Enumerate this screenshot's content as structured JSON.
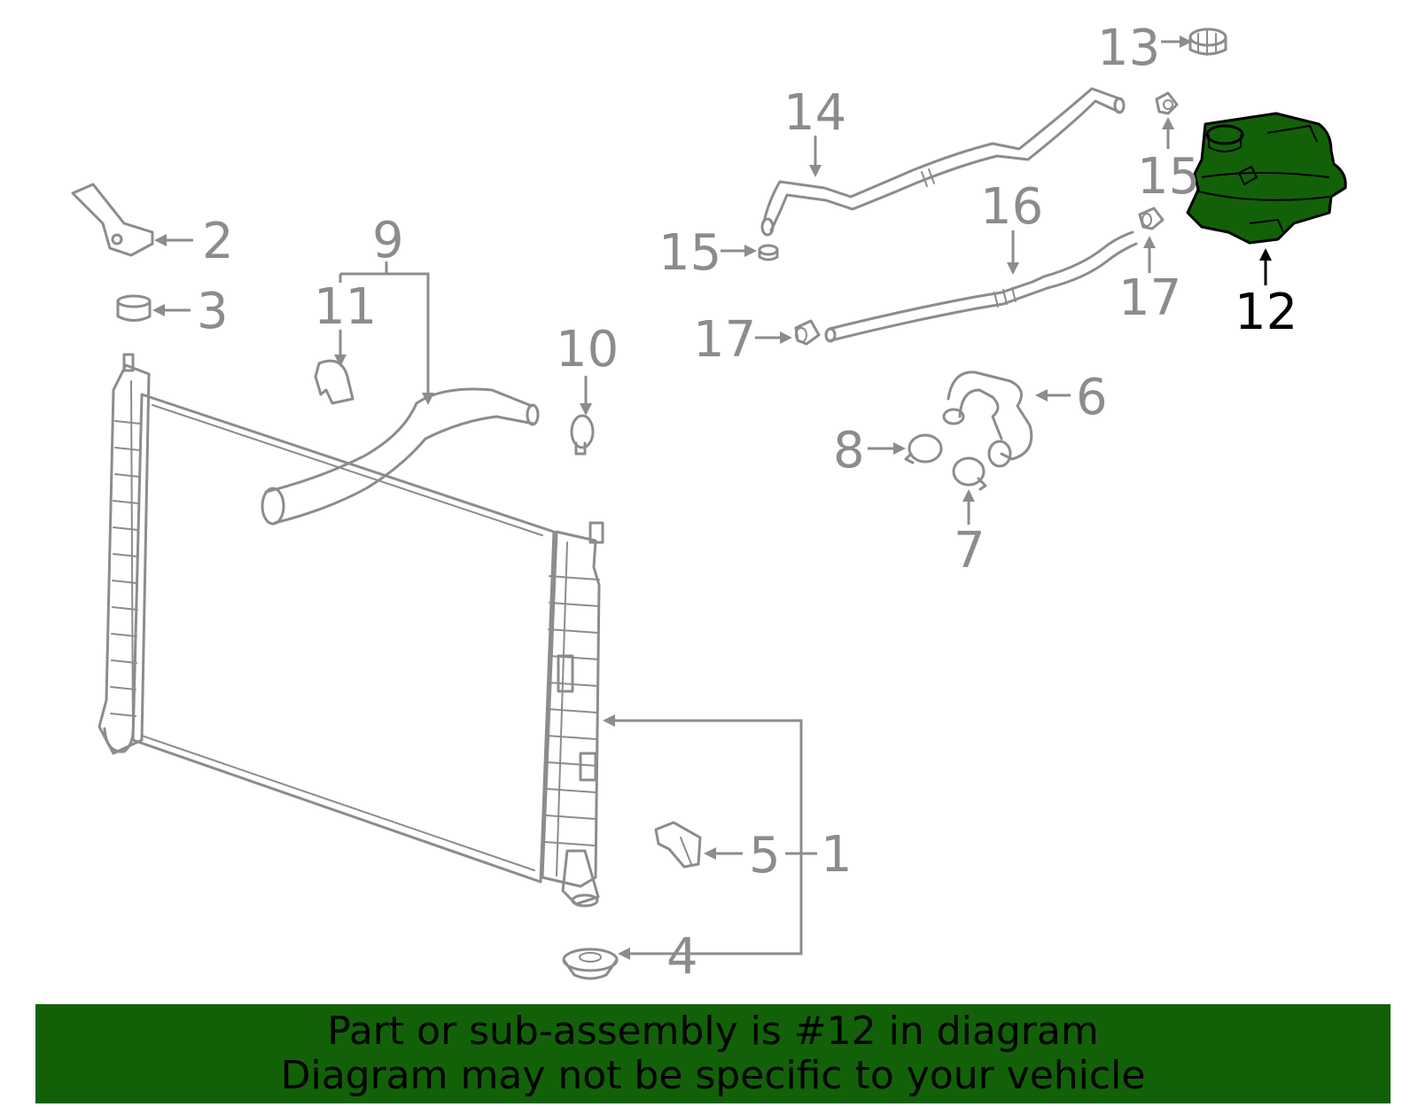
{
  "callouts": {
    "c1": "1",
    "c2": "2",
    "c3": "3",
    "c4": "4",
    "c5": "5",
    "c6": "6",
    "c7": "7",
    "c8": "8",
    "c9": "9",
    "c10": "10",
    "c11": "11",
    "c12": "12",
    "c13": "13",
    "c14": "14",
    "c15a": "15",
    "c15b": "15",
    "c16": "16",
    "c17a": "17",
    "c17b": "17"
  },
  "highlighted_part": "12",
  "colors": {
    "highlight_fill": "#126108",
    "line_gray": "#8c8c8c",
    "highlight_line": "#000000"
  },
  "banner": {
    "line1": "Part or sub-assembly is #12 in diagram",
    "line2": "Diagram may not be specific to your vehicle"
  }
}
